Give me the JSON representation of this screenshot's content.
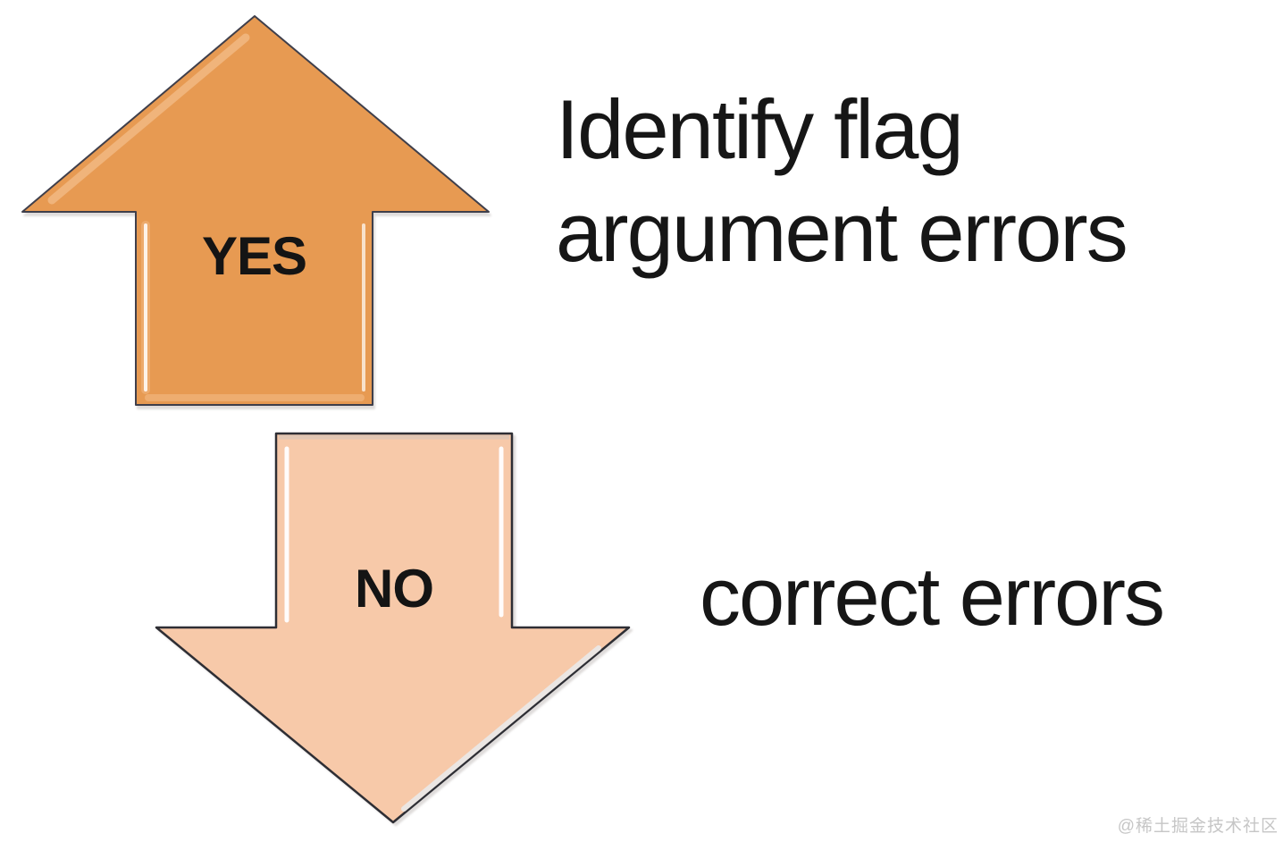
{
  "page": {
    "background": "#FFFFFF"
  },
  "diagram": {
    "yes_arrow": {
      "label": "YES",
      "direction": "up",
      "fill": "#E79A52",
      "outline": "#3F3F4B",
      "highlight": "#F3BA86"
    },
    "no_arrow": {
      "label": "NO",
      "direction": "down",
      "fill": "#F7C9A9",
      "outline": "#2E2E34",
      "highlight": "#FFFFFF"
    },
    "yes_caption_line1": "Identify flag",
    "yes_caption_line2": "argument errors",
    "no_caption": "correct errors",
    "text_color": "#161616"
  },
  "watermark": {
    "text": "@稀土掘金技术社区",
    "color": "#C6C6C6"
  }
}
